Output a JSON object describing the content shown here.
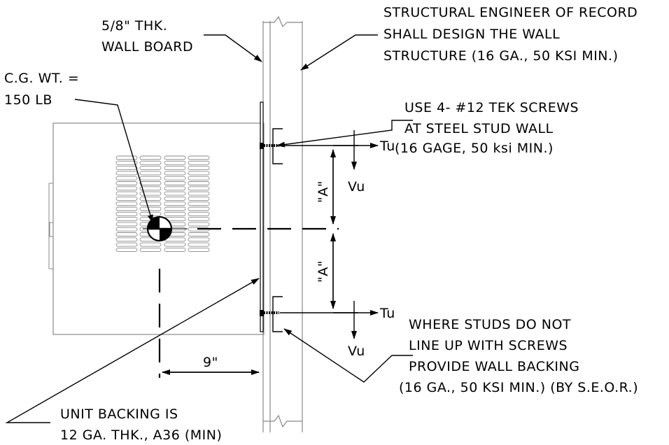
{
  "labels": {
    "wall_board_1": "5/8\" THK.",
    "wall_board_2": "WALL BOARD",
    "seor_1": "STRUCTURAL ENGINEER OF RECORD",
    "seor_2": "SHALL DESIGN THE WALL",
    "seor_3": "STRUCTURE (16 GA., 50 KSI MIN.)",
    "cg_1": "C.G. WT. =",
    "cg_2": "150 LB",
    "screws_1": "USE 4- #12 TEK SCREWS",
    "screws_2": "AT STEEL STUD WALL",
    "screws_3": "(16 GAGE, 50 ksi MIN.)",
    "tension_top": "Tu",
    "tension_bottom": "Tu",
    "shear_top": "Vu",
    "shear_bottom": "Vu",
    "dim_a_top": "\"A\"",
    "dim_a_bottom": "\"A\"",
    "studs_1": "WHERE STUDS DO NOT",
    "studs_2": "LINE UP WITH SCREWS",
    "studs_3": "PROVIDE WALL BACKING",
    "studs_4": "(16 GA., 50 KSI MIN.) (BY S.E.O.R.)",
    "dim_9": "9\"",
    "backing_1": "UNIT BACKING IS",
    "backing_2": "12 GA. THK., A36 (MIN)"
  }
}
